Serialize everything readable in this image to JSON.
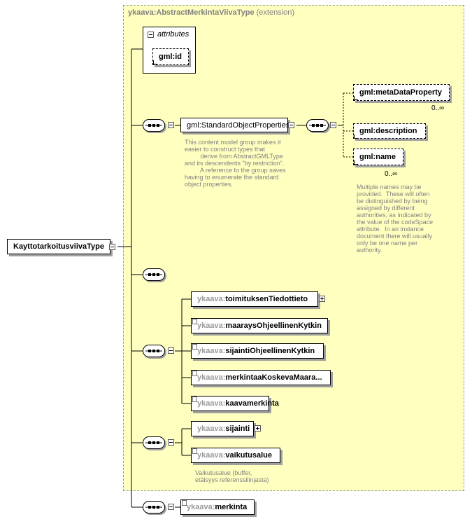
{
  "extension_box": {
    "type_name": "ykaava:AbstractMerkintaViivaType",
    "suffix": "(extension)"
  },
  "root": {
    "label": "KayttotarkoitusviivaType"
  },
  "attributes": {
    "header": "attributes",
    "items": [
      "gml:id"
    ]
  },
  "standard_group": {
    "label": "gml:StandardObjectProperties",
    "doc": "This content model group makes it\neasier to construct types that\n         derive from AbstractGMLType\nand its descendents \"by restriction\".\n         A reference to the group saves\nhaving to enumerate the standard\nobject properties.",
    "elements": [
      {
        "label": "gml:metaDataProperty",
        "cardinality": "0..∞"
      },
      {
        "label": "gml:description",
        "cardinality": ""
      },
      {
        "label": "gml:name",
        "cardinality": "0..∞"
      }
    ],
    "name_doc": "Multiple names may be\nprovided.  These will often\nbe distinguished by being\nassigned by different\nauthorities, as indicated by\nthe value of the codeSpace\nattribute.  In an instance\ndocument there will usually\nonly be one name per\nauthority."
  },
  "sequence_elements": [
    {
      "ns": "ykaava:",
      "name": "toimituksenTiedottieto"
    },
    {
      "ns": "ykaava:",
      "name": "maaraysOhjeellinenKytkin"
    },
    {
      "ns": "ykaava:",
      "name": "sijaintiOhjeellinenKytkin"
    },
    {
      "ns": "ykaava:",
      "name": "merkintaaKoskevaMaara..."
    },
    {
      "ns": "ykaava:",
      "name": "kaavamerkinta"
    }
  ],
  "location_elements": [
    {
      "ns": "ykaava:",
      "name": "sijainti"
    },
    {
      "ns": "ykaava:",
      "name": "vaikutusalue"
    }
  ],
  "vaikutusalue_doc": "Vaikutusalue (buffer,\netäisyys referenssilinjasta)",
  "extra_element": {
    "ns": "ykaava:",
    "name": "merkinta"
  }
}
